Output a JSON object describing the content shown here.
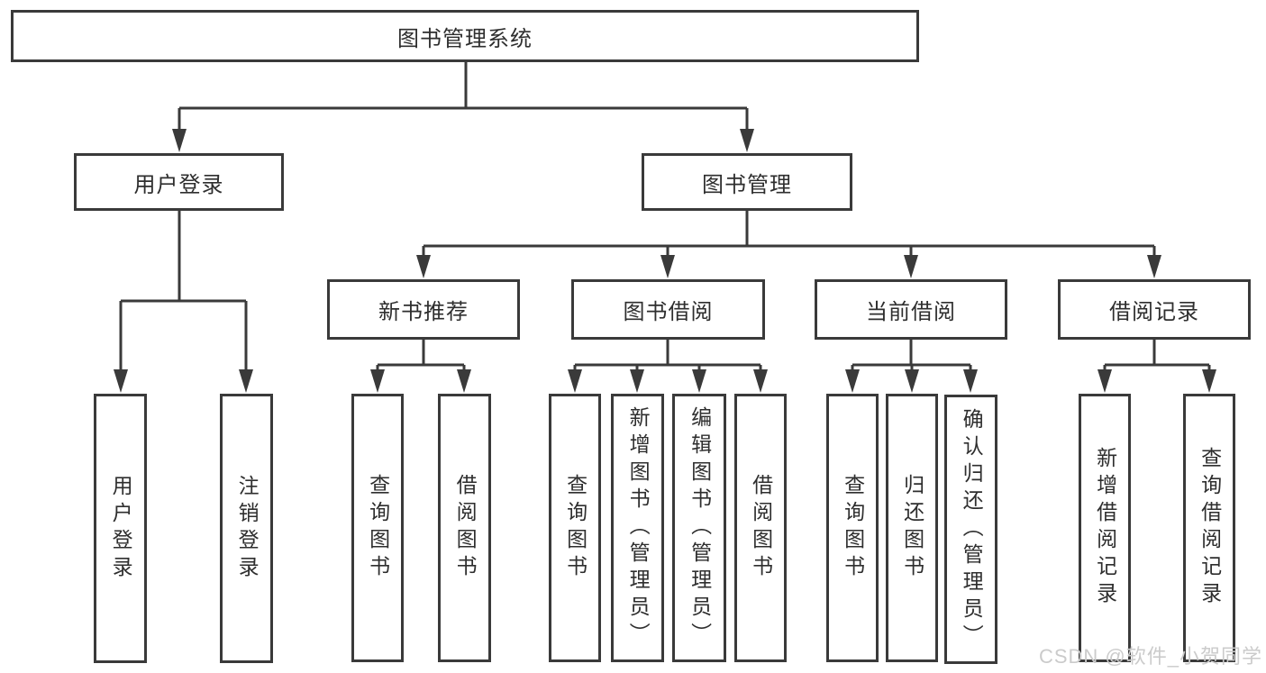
{
  "diagram": {
    "type": "tree",
    "title": "图书管理系统",
    "watermark": "CSDN @软件_小贺同学",
    "colors": {
      "line": "#3a3a3a",
      "box_border": "#3a3a3a",
      "box_bg": "#ffffff",
      "text": "#2e2e2e",
      "watermark": "#cbcbcb"
    },
    "nodes": {
      "root": {
        "label": "图书管理系统"
      },
      "user_login": {
        "label": "用户登录"
      },
      "book_mgmt": {
        "label": "图书管理"
      },
      "new_book_rec": {
        "label": "新书推荐"
      },
      "book_borrow": {
        "label": "图书借阅"
      },
      "current_borrow": {
        "label": "当前借阅"
      },
      "borrow_record": {
        "label": "借阅记录"
      },
      "leaf_user_login": {
        "label": "用户登录"
      },
      "leaf_logout": {
        "label": "注销登录"
      },
      "leaf_rec_search": {
        "label": "查询图书"
      },
      "leaf_rec_borrow": {
        "label": "借阅图书"
      },
      "leaf_bb_search": {
        "label": "查询图书"
      },
      "leaf_bb_add": {
        "label": "新增图书（管理员）"
      },
      "leaf_bb_edit": {
        "label": "编辑图书（管理员）"
      },
      "leaf_bb_borrow": {
        "label": "借阅图书"
      },
      "leaf_cb_search": {
        "label": "查询图书"
      },
      "leaf_cb_return": {
        "label": "归还图书"
      },
      "leaf_cb_confirm": {
        "label": "确认归还（管理员）"
      },
      "leaf_br_add": {
        "label": "新增借阅记录"
      },
      "leaf_br_search": {
        "label": "查询借阅记录"
      }
    },
    "structure": {
      "root": [
        "user_login",
        "book_mgmt"
      ],
      "user_login": [
        "leaf_user_login",
        "leaf_logout"
      ],
      "book_mgmt": [
        "new_book_rec",
        "book_borrow",
        "current_borrow",
        "borrow_record"
      ],
      "new_book_rec": [
        "leaf_rec_search",
        "leaf_rec_borrow"
      ],
      "book_borrow": [
        "leaf_bb_search",
        "leaf_bb_add",
        "leaf_bb_edit",
        "leaf_bb_borrow"
      ],
      "current_borrow": [
        "leaf_cb_search",
        "leaf_cb_return",
        "leaf_cb_confirm"
      ],
      "borrow_record": [
        "leaf_br_add",
        "leaf_br_search"
      ]
    }
  }
}
